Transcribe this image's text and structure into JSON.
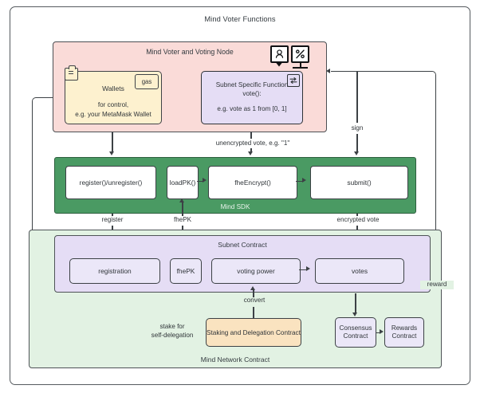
{
  "diagram": {
    "title": "Mind Voter Functions"
  },
  "voter_node": {
    "title": "Mind Voter and Voting Node",
    "icons": [
      {
        "name": "voter-person-icon",
        "label": "person"
      },
      {
        "name": "percent-monitor-icon",
        "label": "%"
      }
    ],
    "wallets": {
      "title": "Wallets",
      "subtitle_line1": "for control,",
      "subtitle_line2": "e.g. your MetaMask Wallet",
      "tag": "gas"
    },
    "subnet_function": {
      "title_line1": "Subnet Specific Function",
      "title_line2": "vote():",
      "example": "e.g. vote as 1 from [0, 1]",
      "icon": "swap-icon"
    }
  },
  "sdk": {
    "title": "Mind SDK",
    "boxes": [
      {
        "label": "register()/unregister()"
      },
      {
        "label": "loadPK()"
      },
      {
        "label": "fheEncrypt()"
      },
      {
        "label": "submit()"
      }
    ]
  },
  "network": {
    "title": "Mind Network Contract",
    "subnet_contract": {
      "title": "Subnet Contract",
      "boxes": [
        {
          "label": "registration"
        },
        {
          "label": "fhePK"
        },
        {
          "label": "voting power"
        },
        {
          "label": "votes"
        }
      ]
    },
    "staking": {
      "label": "Staking and Delegation Contract"
    },
    "consensus": {
      "line1": "Consensus",
      "line2": "Contract"
    },
    "rewards": {
      "line1": "Rewards",
      "line2": "Contract"
    }
  },
  "edges": {
    "unencrypted_vote": "unencrypted vote, e.g. \"1\"",
    "sign": "sign",
    "register": "register",
    "fhepk": "fhePK",
    "encrypted_vote": "encrypted vote",
    "reward": "reward",
    "convert": "convert",
    "stake_line1": "stake for",
    "stake_line2": "self-delegation"
  },
  "colors": {
    "voter_node_bg": "#fadbd8",
    "wallets_bg": "#fdf1cf",
    "purple_bg": "#e5ddf5",
    "sdk_green": "#4a9a63",
    "network_green": "#e2f2e3",
    "staking_orange": "#fae3c0",
    "stroke": "#3c4145"
  }
}
